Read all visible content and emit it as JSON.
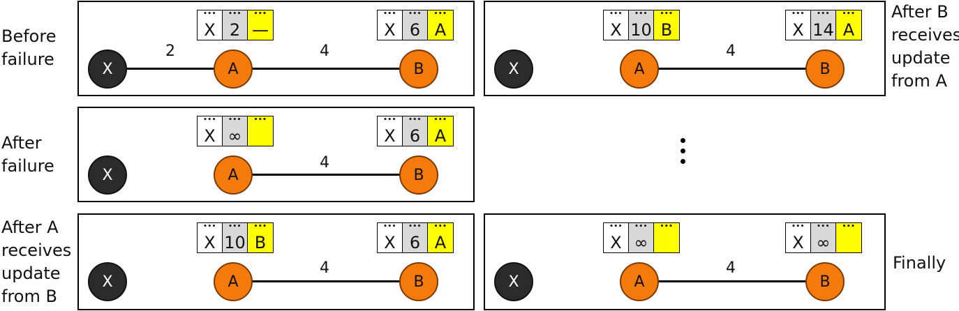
{
  "captions": {
    "before_failure": "Before\nfailure",
    "after_failure": "After\nfailure",
    "after_a_update": "After A\nreceives\nupdate\nfrom B",
    "after_b_update": "After B\nreceives\nupdate\nfrom A",
    "finally": "Finally"
  },
  "node_labels": {
    "x": "X",
    "a": "A",
    "b": "B"
  },
  "table_dots": "•••",
  "panels": {
    "before_failure": {
      "weight_xa": "2",
      "weight_ab": "4",
      "table_a": [
        "X",
        "2",
        "—"
      ],
      "table_b": [
        "X",
        "6",
        "A"
      ]
    },
    "after_failure": {
      "weight_ab": "4",
      "table_a": [
        "X",
        "∞",
        ""
      ],
      "table_b": [
        "X",
        "6",
        "A"
      ]
    },
    "after_a_update": {
      "weight_ab": "4",
      "table_a": [
        "X",
        "10",
        "B"
      ],
      "table_b": [
        "X",
        "6",
        "A"
      ]
    },
    "after_b_update": {
      "weight_ab": "4",
      "table_a": [
        "X",
        "10",
        "B"
      ],
      "table_b": [
        "X",
        "14",
        "A"
      ]
    },
    "finally": {
      "weight_ab": "4",
      "table_a": [
        "X",
        "∞",
        ""
      ],
      "table_b": [
        "X",
        "∞",
        ""
      ]
    }
  },
  "colors": {
    "node_x": "#2b2b2b",
    "node_router": "#f47a0c",
    "cell_dest": "#ffffff",
    "cell_cost": "#d9d9d9",
    "cell_nexthop": "#ffff00"
  }
}
